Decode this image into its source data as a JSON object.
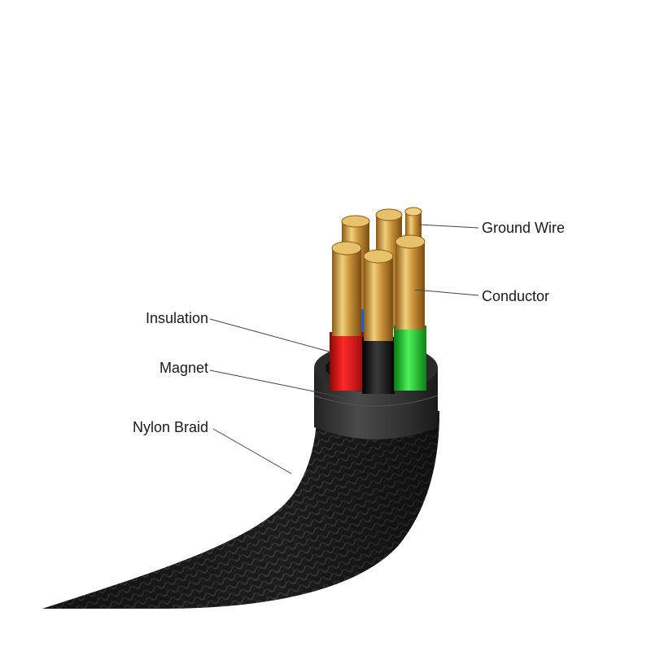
{
  "diagram": {
    "labels": {
      "ground_wire": "Ground Wire",
      "conductor": "Conductor",
      "insulation": "Insulation",
      "magnet": "Magnet",
      "nylon_braid": "Nylon Braid"
    },
    "colors": {
      "background": "#ffffff",
      "braid": "#1c1c1c",
      "sleeve": "#3a3a3a",
      "copper": "#c9a04a",
      "insulation_red": "#e01b1b",
      "insulation_black": "#111111",
      "insulation_green": "#1fbf2a",
      "insulation_blue": "#1e5fd6"
    }
  }
}
